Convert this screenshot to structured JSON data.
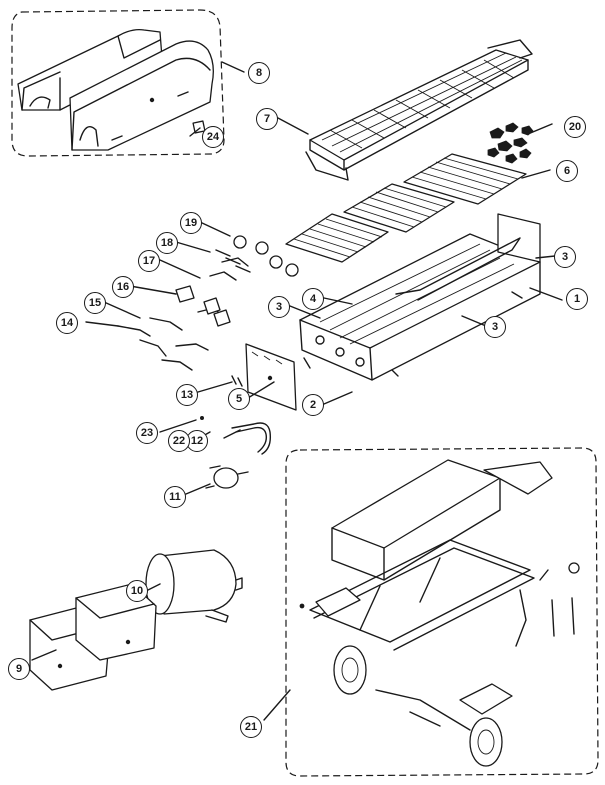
{
  "callouts": [
    {
      "id": "1",
      "label": "1"
    },
    {
      "id": "2",
      "label": "2"
    },
    {
      "id": "3a",
      "label": "3"
    },
    {
      "id": "3b",
      "label": "3"
    },
    {
      "id": "3c",
      "label": "3"
    },
    {
      "id": "4",
      "label": "4"
    },
    {
      "id": "5",
      "label": "5"
    },
    {
      "id": "6",
      "label": "6"
    },
    {
      "id": "7",
      "label": "7"
    },
    {
      "id": "8",
      "label": "8"
    },
    {
      "id": "9",
      "label": "9"
    },
    {
      "id": "10",
      "label": "10"
    },
    {
      "id": "11",
      "label": "11"
    },
    {
      "id": "12",
      "label": "12"
    },
    {
      "id": "13",
      "label": "13"
    },
    {
      "id": "14",
      "label": "14"
    },
    {
      "id": "15",
      "label": "15"
    },
    {
      "id": "16",
      "label": "16"
    },
    {
      "id": "17",
      "label": "17"
    },
    {
      "id": "18",
      "label": "18"
    },
    {
      "id": "19",
      "label": "19"
    },
    {
      "id": "20",
      "label": "20"
    },
    {
      "id": "21",
      "label": "21"
    },
    {
      "id": "22",
      "label": "22"
    },
    {
      "id": "23",
      "label": "23"
    },
    {
      "id": "24",
      "label": "24"
    }
  ]
}
